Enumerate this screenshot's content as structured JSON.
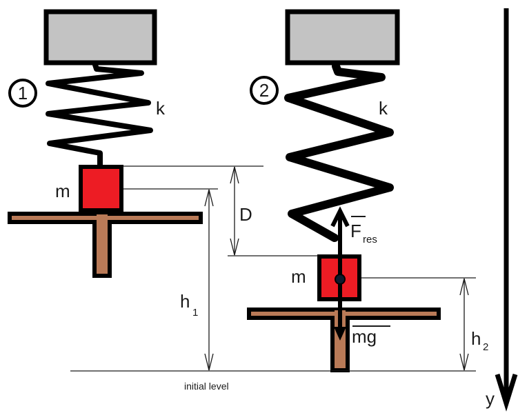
{
  "title": "Spring-mass system on a platform: two states",
  "colors": {
    "mass": "#ed1c24",
    "support": "#c3c3c3",
    "platform": "#b97a57",
    "outline": "#000000",
    "line": "#1a1a1a"
  },
  "state1": {
    "badge": "1",
    "spring_label": "k",
    "mass_label": "m"
  },
  "state2": {
    "badge": "2",
    "spring_label": "k",
    "mass_label": "m",
    "force_up": {
      "symbol": "F",
      "subscript": "res"
    },
    "force_down": {
      "symbol": "mg"
    }
  },
  "dimensions": {
    "D": "D",
    "h1": {
      "symbol": "h",
      "subscript": "1"
    },
    "h2": {
      "symbol": "h",
      "subscript": "2"
    }
  },
  "reference_label": "initial level",
  "axis_label": "y"
}
